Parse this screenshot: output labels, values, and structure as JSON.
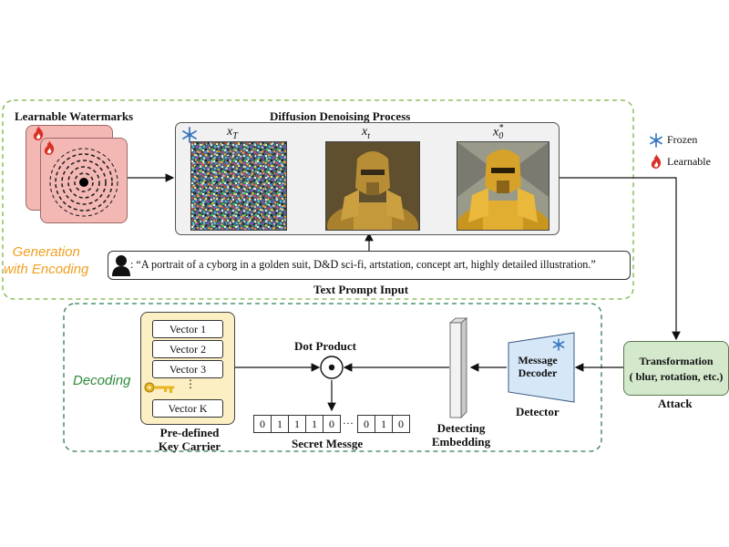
{
  "generation": {
    "section_label": [
      "Generation",
      "with Encoding"
    ],
    "watermarks_title": "Learnable Watermarks",
    "diffusion_title": "Diffusion Denoising Process",
    "latents": [
      {
        "base": "x",
        "sub": "T",
        "sup": ""
      },
      {
        "base": "x",
        "sub": "t",
        "sup": ""
      },
      {
        "base": "x",
        "sub": "0",
        "sup": "*"
      }
    ],
    "prompt_text": ": “A portrait of a cyborg in a golden suit, D&D sci-fi, artstation, concept art, highly detailed illustration.”",
    "prompt_label": "Text Prompt Input"
  },
  "legend": {
    "frozen": "Frozen",
    "learnable": "Learnable"
  },
  "decoding": {
    "section_label": "Decoding",
    "vectors": [
      "Vector 1",
      "Vector 2",
      "Vector 3",
      "⋮",
      "Vector K"
    ],
    "key_carrier_label": [
      "Pre-defined",
      "Key Carrier"
    ],
    "dot_product_label": "Dot Product",
    "bits": [
      "0",
      "1",
      "1",
      "1",
      "0",
      "···",
      "0",
      "1",
      "0"
    ],
    "secret_message_label": "Secret Messge",
    "embedding_label": [
      "Detecting",
      "Embedding"
    ],
    "decoder_label": [
      "Message",
      "Decoder"
    ],
    "detector_label": "Detector"
  },
  "attack": {
    "box_title": "Transformation",
    "box_subtitle": "( blur, rotation, etc.)",
    "label": "Attack"
  },
  "colors": {
    "generation_border": "#7cb342",
    "decoding_border": "#2e7d4f",
    "generation_text": "#f0a020",
    "decoding_text": "#2e8b3a",
    "watermark_fill": "#f4b8b4",
    "key_carrier_fill": "#fcefc4",
    "decoder_fill": "#d6e8f8",
    "attack_fill": "#d4e8cc",
    "snowflake": "#3a78c0",
    "flame": "#d93025"
  }
}
